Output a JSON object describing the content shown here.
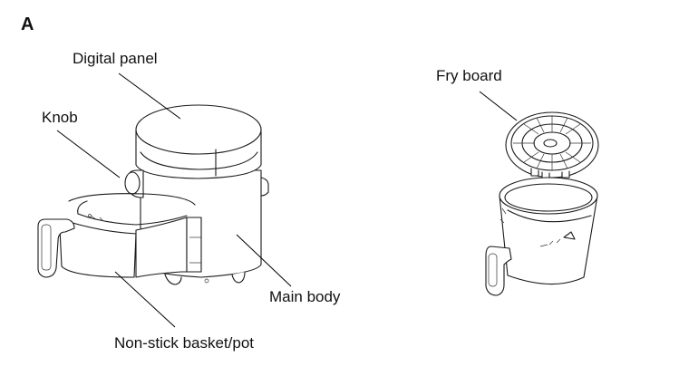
{
  "figure_letter": "A",
  "labels": {
    "digital_panel": "Digital panel",
    "knob": "Knob",
    "main_body": "Main body",
    "basket": "Non-stick basket/pot",
    "fry_board": "Fry board"
  }
}
